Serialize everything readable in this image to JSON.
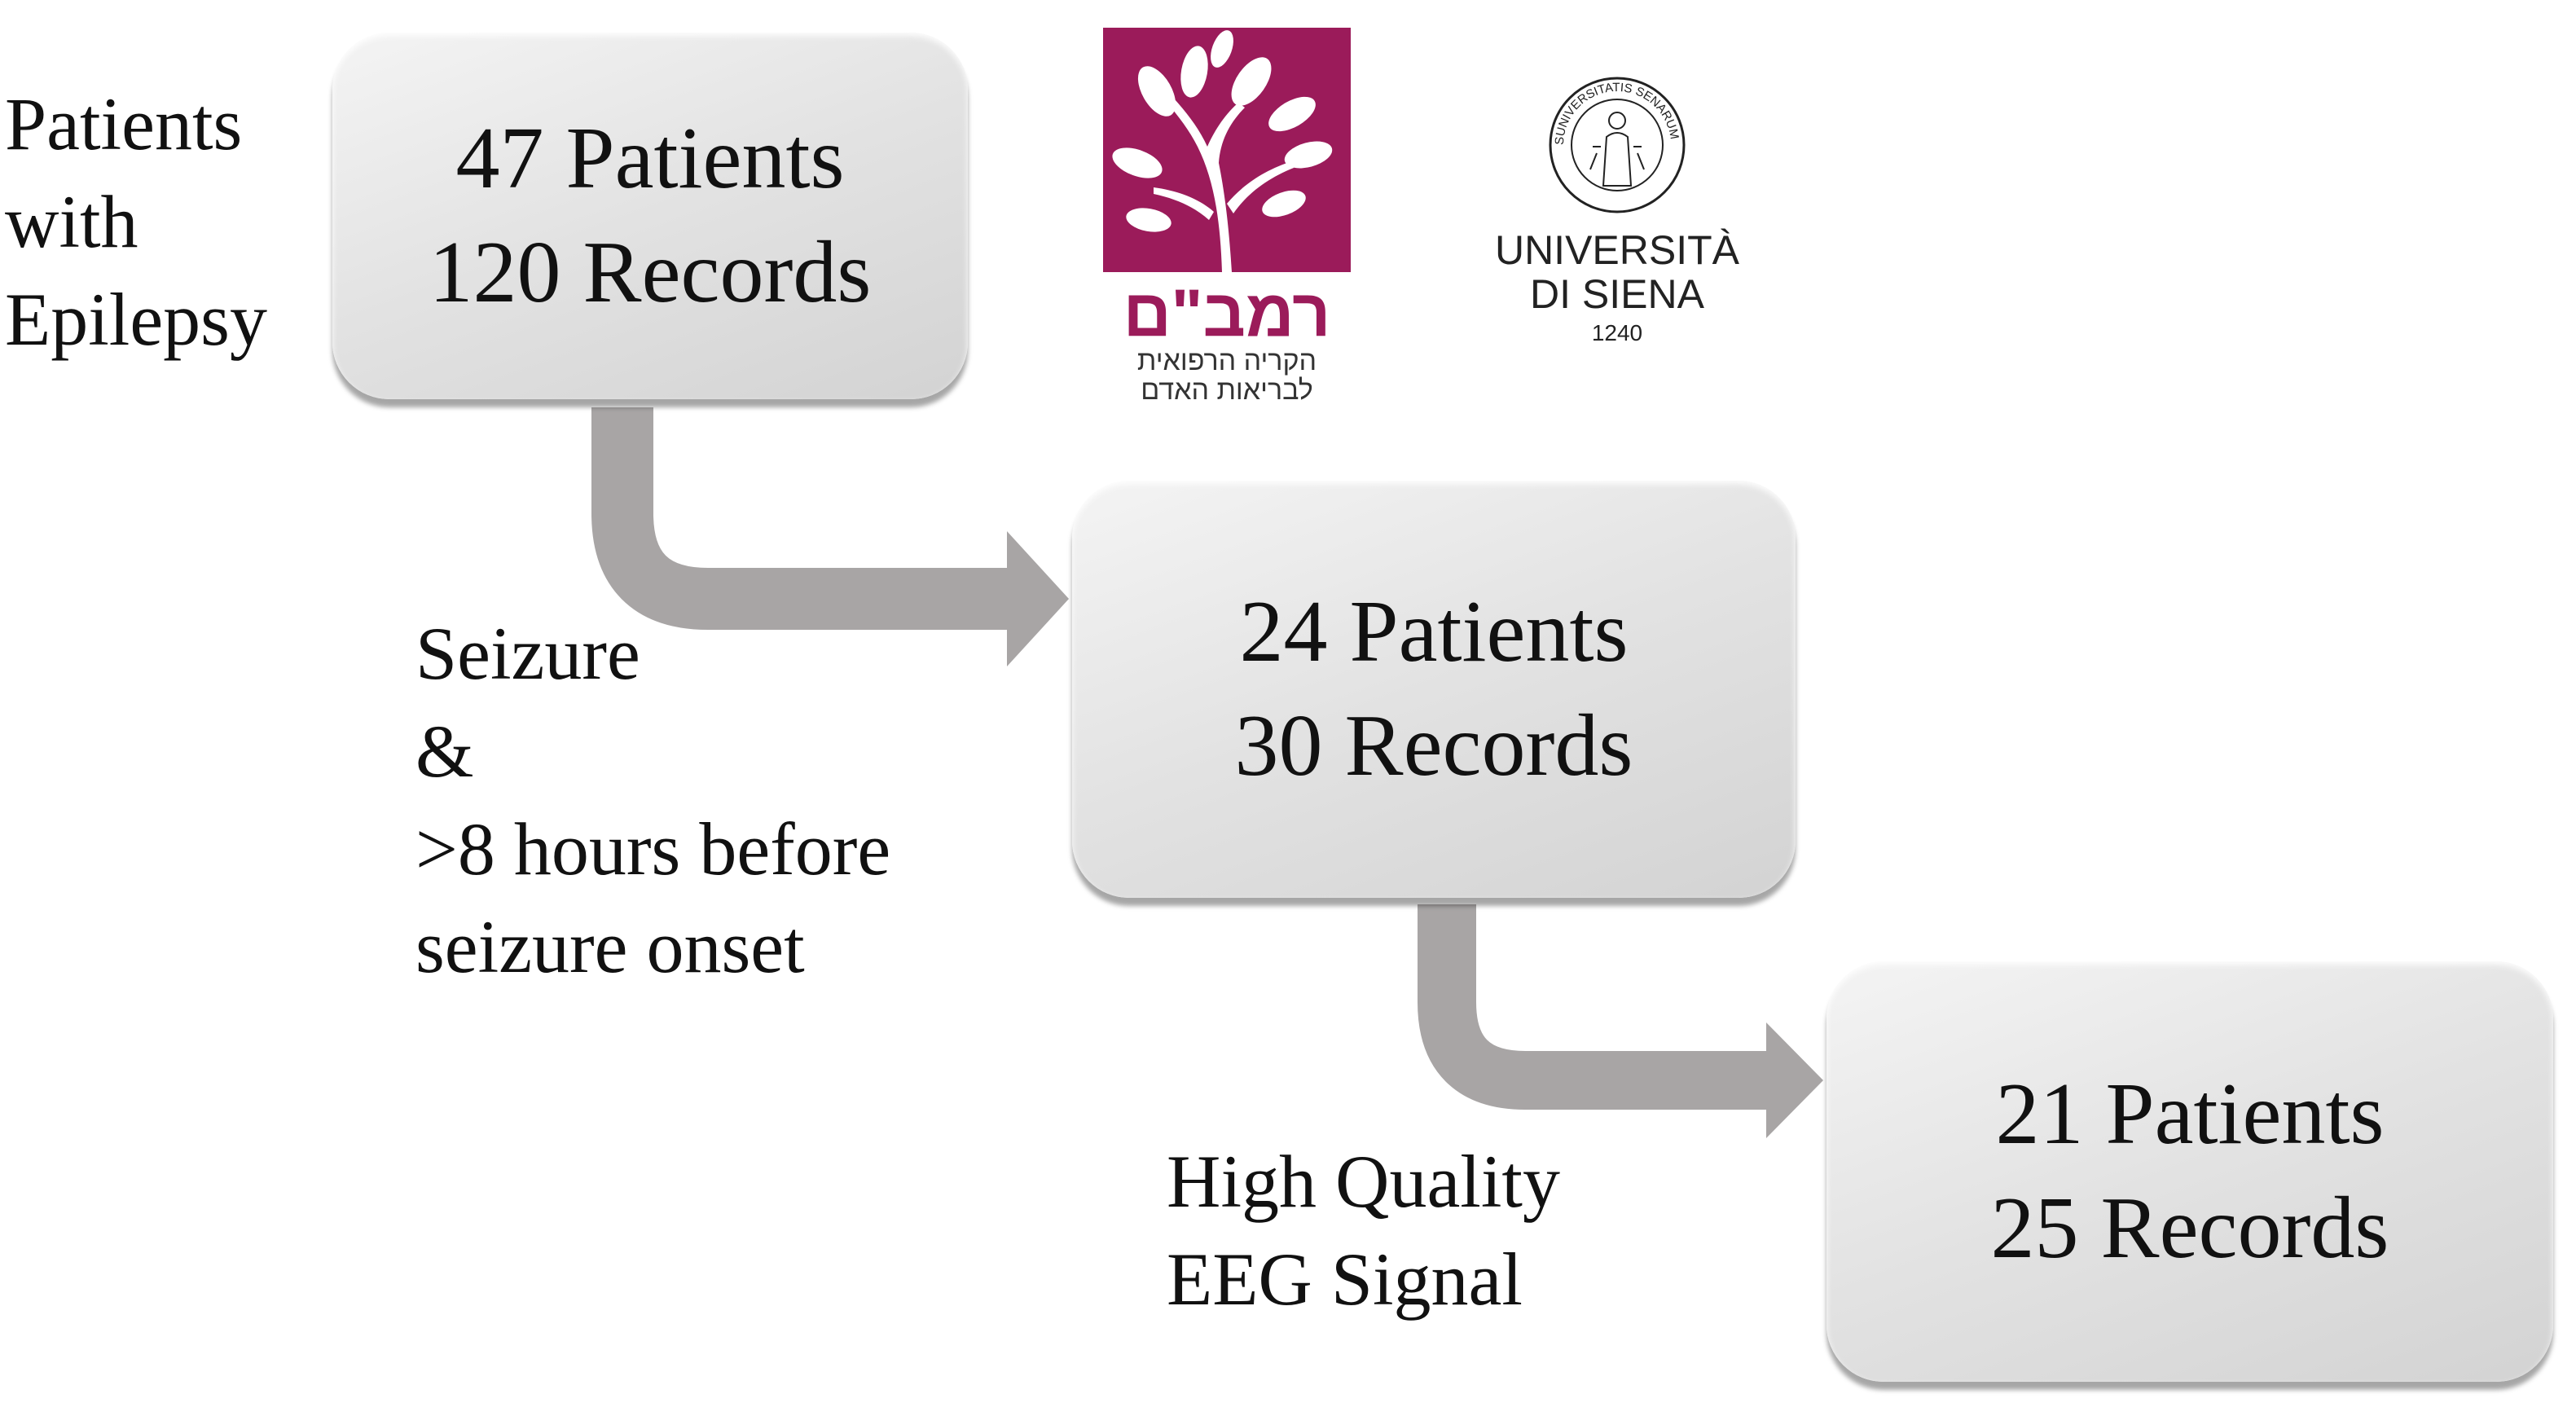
{
  "input_label": [
    "Patients",
    "with",
    "Epilepsy"
  ],
  "boxes": [
    {
      "patients": "47 Patients",
      "records": "120 Records"
    },
    {
      "patients": "24 Patients",
      "records": "30 Records"
    },
    {
      "patients": "21 Patients",
      "records": "25 Records"
    }
  ],
  "criteria": [
    [
      "Seizure",
      "&",
      ">8 hours before",
      "seizure onset"
    ],
    [
      "High Quality",
      "EEG Signal"
    ]
  ],
  "logos": {
    "rambam": {
      "name": "רמב\"ם",
      "subtitle_line1": "הקריה הרפואית",
      "subtitle_line2": "לבריאות האדם",
      "color": "#9b1b5a"
    },
    "siena": {
      "name_line1": "UNIVERSITÀ",
      "name_line2": "DI SIENA",
      "year": "1240",
      "seal_text": "SUNIVERSITATIS SENARUM MCCXXXX"
    }
  },
  "colors": {
    "arrow": "#a8a5a5",
    "box_fill": "#e0e0e0",
    "text": "#111111"
  }
}
